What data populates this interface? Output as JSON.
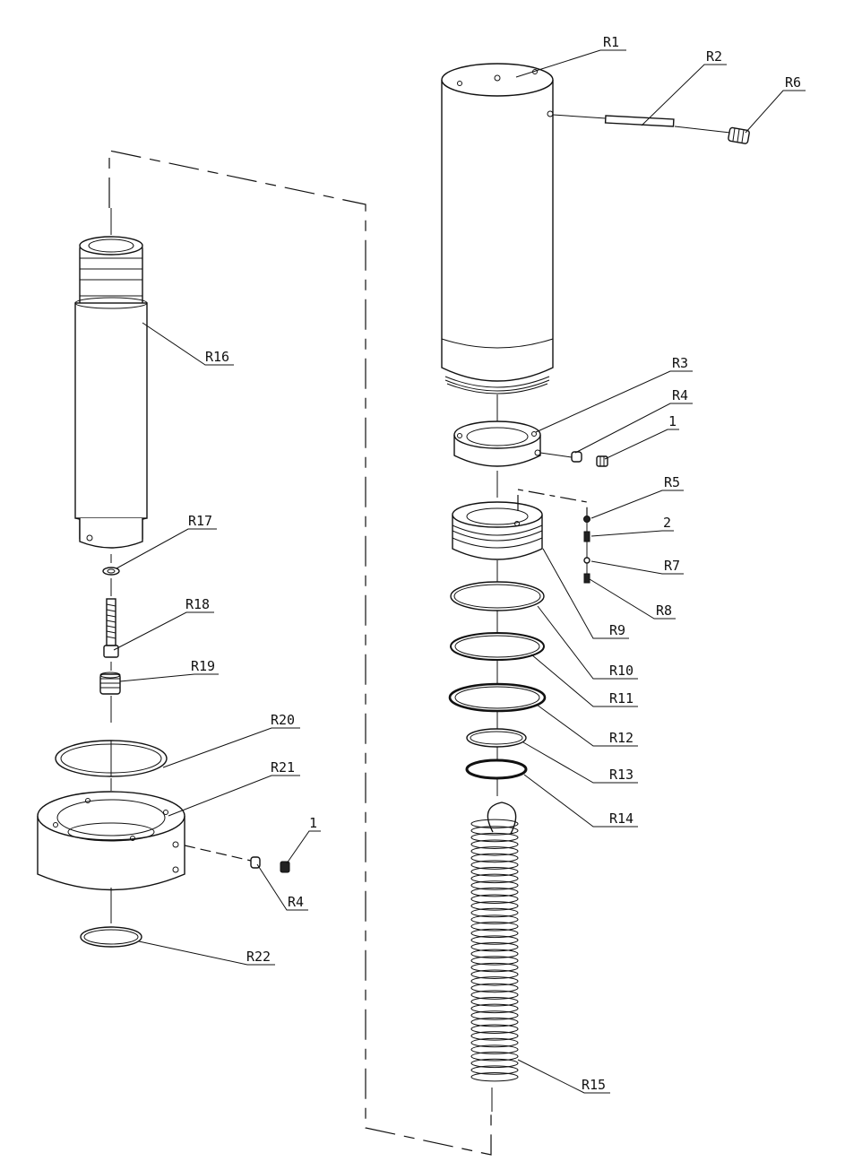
{
  "callouts": {
    "r1": "R1",
    "r2": "R2",
    "r3": "R3",
    "r4a": "R4",
    "r4b": "R4",
    "r5": "R5",
    "r6": "R6",
    "r7": "R7",
    "r8": "R8",
    "r9": "R9",
    "r10": "R10",
    "r11": "R11",
    "r12": "R12",
    "r13": "R13",
    "r14": "R14",
    "r15": "R15",
    "r16": "R16",
    "r17": "R17",
    "r18": "R18",
    "r19": "R19",
    "r20": "R20",
    "r21": "R21",
    "r22": "R22",
    "n1a": "1",
    "n1b": "1",
    "n2": "2"
  }
}
